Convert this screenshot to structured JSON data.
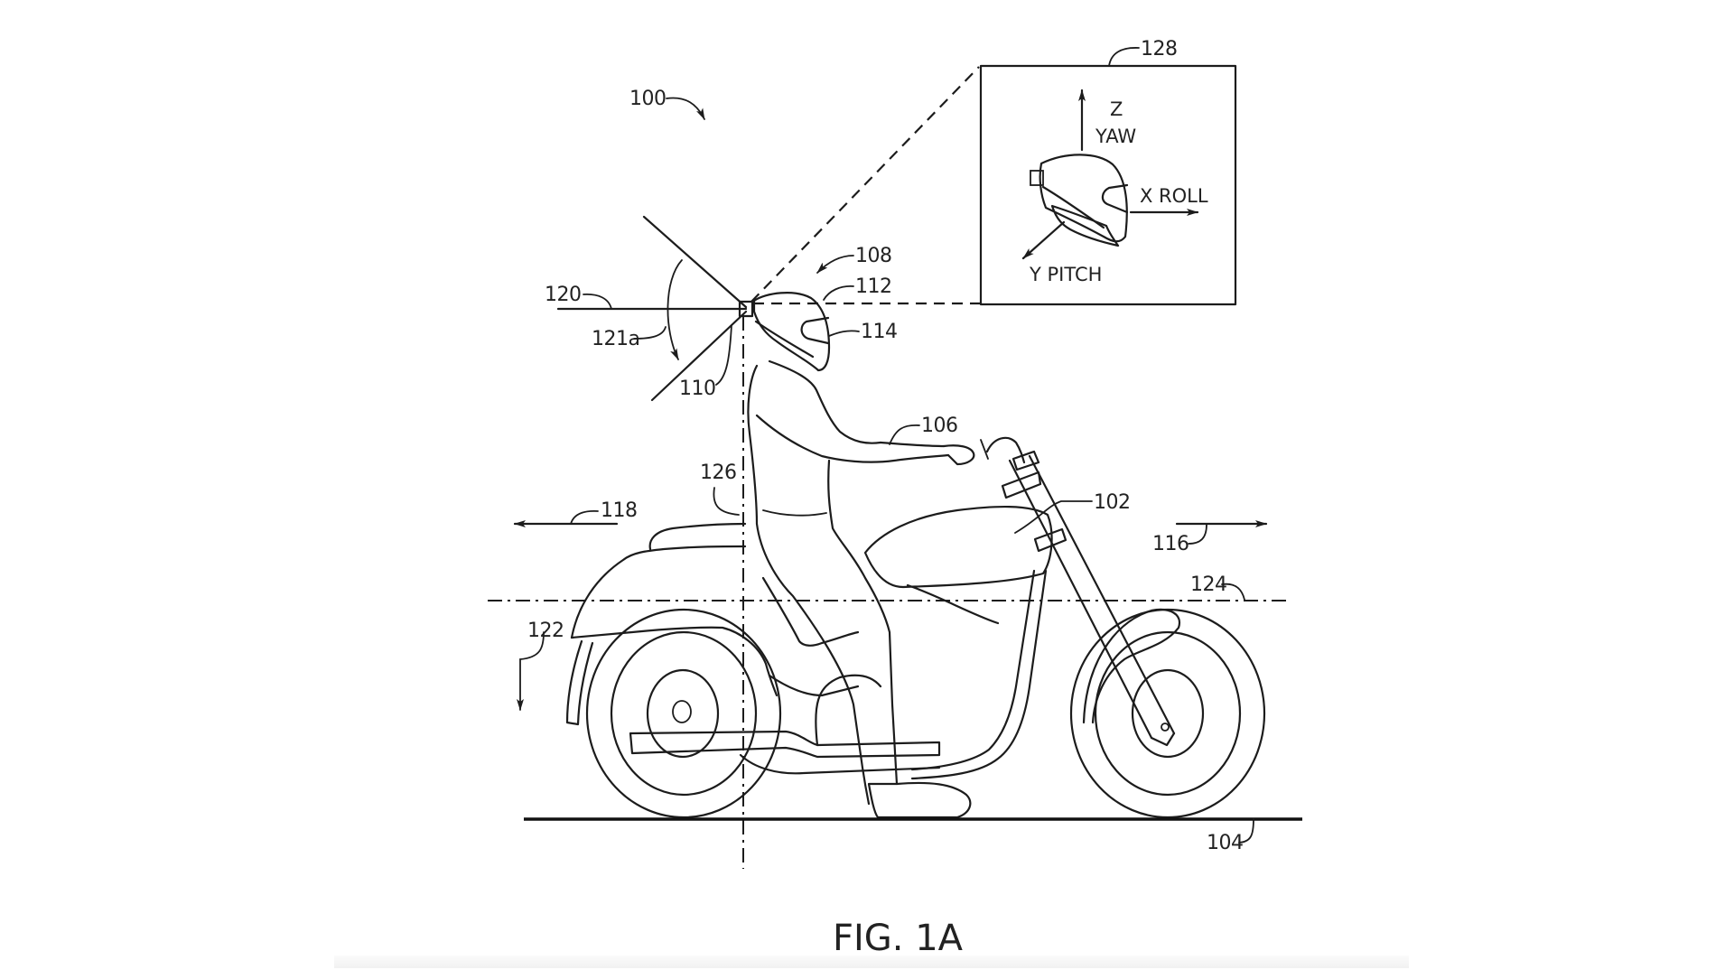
{
  "figure": {
    "caption": "FIG. 1A",
    "background_color": "#ffffff",
    "line_color": "#1c1c1c"
  },
  "references": {
    "system": "100",
    "motorcycle": "102",
    "ground": "104",
    "rider": "106",
    "helmet_assembly": "108",
    "camera": "110",
    "helmet_shell": "112",
    "visor": "114",
    "forward_direction": "116",
    "rearward_direction": "118",
    "horizon_line": "120",
    "field_of_view_angle": "121a",
    "downward_direction": "122",
    "horizontal_axis": "124",
    "vertical_axis": "126",
    "inset": "128"
  },
  "inset": {
    "axis_z_letter": "Z",
    "axis_z_name": "YAW",
    "axis_x_label": "X ROLL",
    "axis_y_label": "Y PITCH"
  }
}
